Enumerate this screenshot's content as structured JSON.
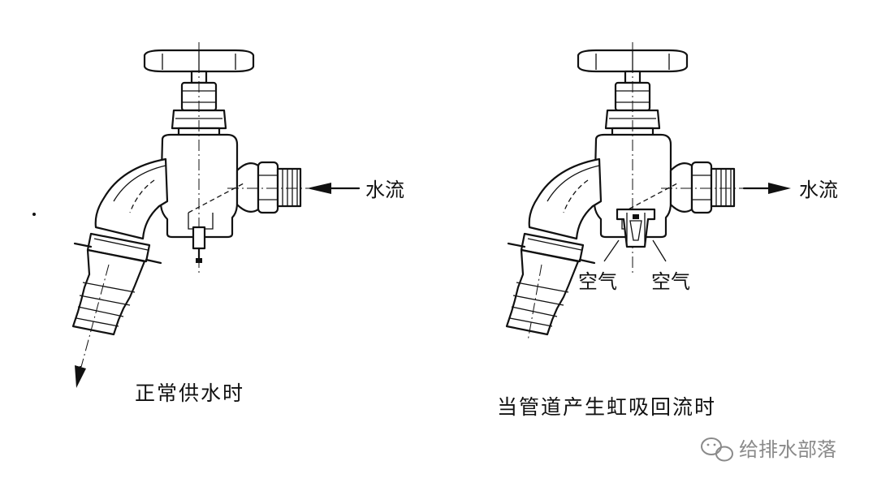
{
  "left_figure": {
    "flow_label": "水流",
    "caption": "正常供水时"
  },
  "right_figure": {
    "flow_label": "水流",
    "air_label_left": "空气",
    "air_label_right": "空气",
    "caption": "当管道产生虹吸回流时"
  },
  "watermark": {
    "icon": "wechat-icon",
    "text": "给排水部落",
    "color": "#8a8a8a"
  }
}
